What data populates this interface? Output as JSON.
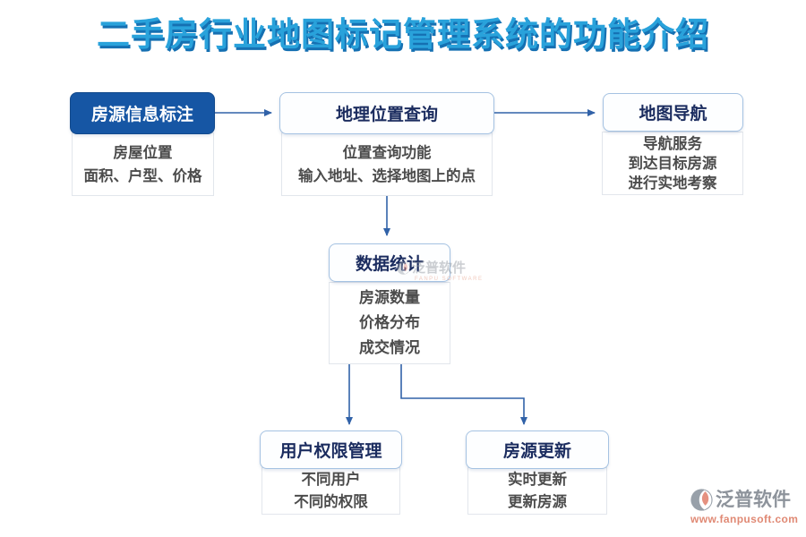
{
  "title": "二手房行业地图标记管理系统的功能介绍",
  "nodes": [
    {
      "id": "listing-annotation",
      "label": "房源信息标注",
      "desc_lines": [
        "房屋位置",
        "面积、户型、价格"
      ]
    },
    {
      "id": "geo-query",
      "label": "地理位置查询",
      "desc_lines": [
        "位置查询功能",
        "输入地址、选择地图上的点"
      ]
    },
    {
      "id": "map-navigation",
      "label": "地图导航",
      "desc_lines": [
        "导航服务",
        "到达目标房源",
        "进行实地考察"
      ]
    },
    {
      "id": "data-statistics",
      "label": "数据统计",
      "desc_lines": [
        "房源数量",
        "价格分布",
        "成交情况"
      ]
    },
    {
      "id": "user-permission",
      "label": "用户权限管理",
      "desc_lines": [
        "不同用户",
        "不同的权限"
      ]
    },
    {
      "id": "listing-update",
      "label": "房源更新",
      "desc_lines": [
        "实时更新",
        "更新房源"
      ]
    }
  ],
  "edges": [
    {
      "from": "listing-annotation",
      "to": "geo-query"
    },
    {
      "from": "geo-query",
      "to": "map-navigation"
    },
    {
      "from": "geo-query",
      "to": "data-statistics"
    },
    {
      "from": "data-statistics",
      "to": "user-permission"
    },
    {
      "from": "data-statistics",
      "to": "listing-update"
    }
  ],
  "watermark": {
    "brand": "泛普软件",
    "subtext": "FANPU SOFTWARE"
  },
  "logo": {
    "brand": "泛普软件",
    "url": "www.fanpusoft.com"
  },
  "colors": {
    "title": "#29a2db",
    "title_shadow": "#1570b2",
    "primary_node_fill": "#1656a4",
    "node_border": "#a5c2e2",
    "node_text": "#1b2c5f",
    "desc_text": "#4c4c4c",
    "edge": "#3162a8",
    "brand_gray": "#8d939b",
    "url_salmon": "#e08974"
  }
}
